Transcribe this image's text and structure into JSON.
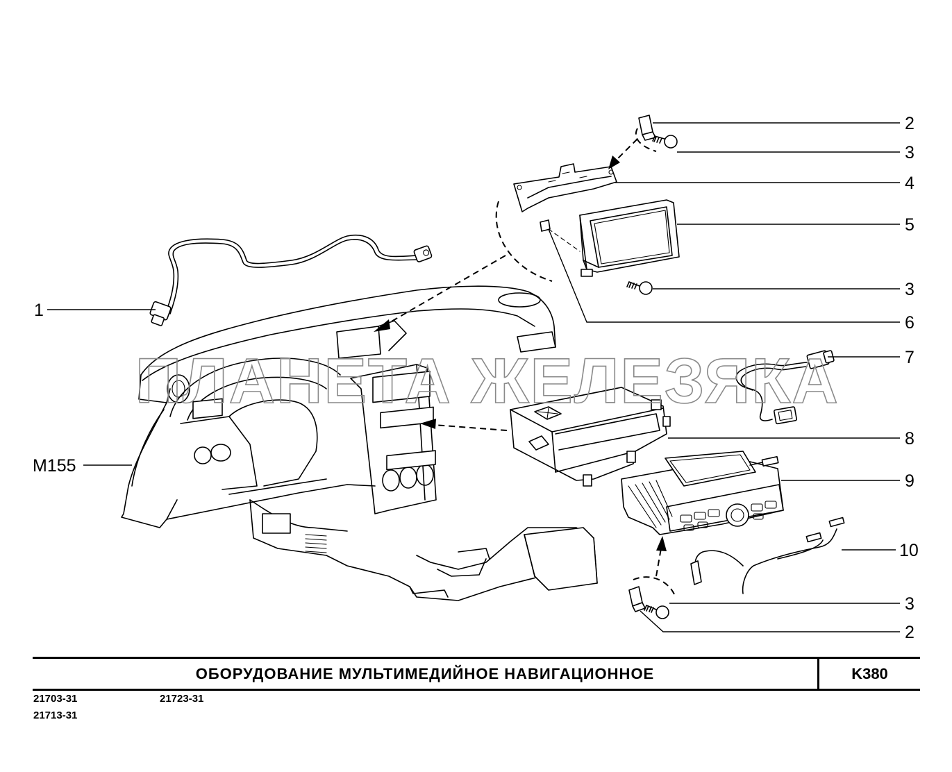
{
  "watermark": "ПЛАНЕТА ЖЕЛЕЗЯКА",
  "callouts": {
    "c1": "1",
    "c2a": "2",
    "c3a": "3",
    "c4": "4",
    "c5": "5",
    "c3b": "3",
    "c6": "6",
    "c7": "7",
    "c8": "8",
    "c9": "9",
    "c10": "10",
    "c3c": "3",
    "c2b": "2",
    "m155": "M155"
  },
  "title_block": {
    "title": "ОБОРУДОВАНИЕ  МУЛЬТИМЕДИЙНОЕ  НАВИГАЦИОННОЕ",
    "code": "K380"
  },
  "models": {
    "m1": "21703-31",
    "m2": "21713-31",
    "m3": "21723-31"
  }
}
